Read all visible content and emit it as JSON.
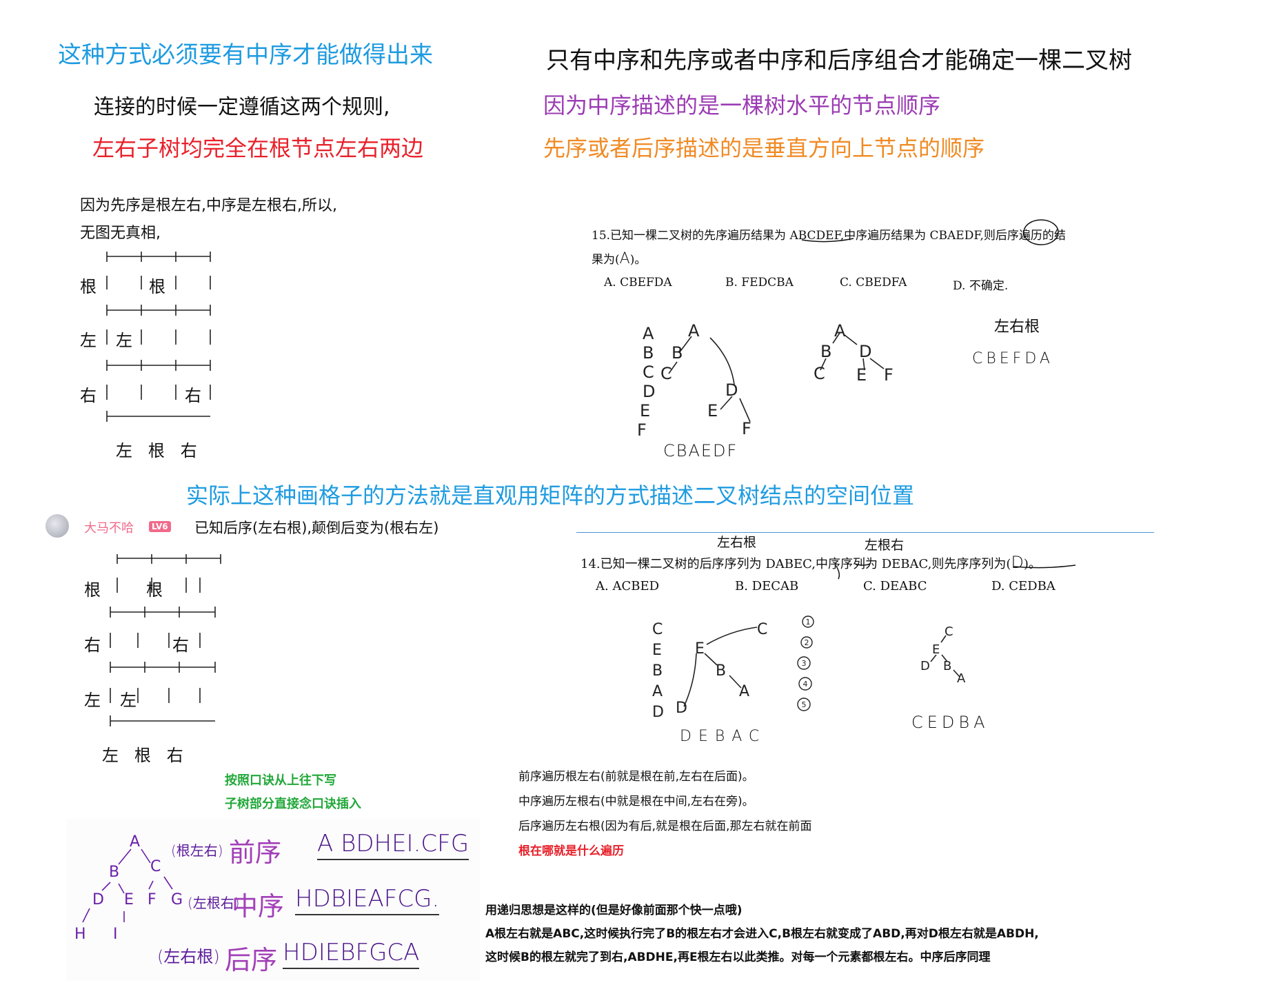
{
  "headings": {
    "blue_top": "这种方式必须要有中序才能做得出来",
    "black_top_right": "只有中序和先序或者中序和后序组合才能确定一棵二叉树",
    "connect_rule": "连接的时候一定遵循这两个规则,",
    "red_rule": "左右子树均完全在根节点左右两边",
    "purple_rule": "因为中序描述的是一棵树水平的节点顺序",
    "orange_rule": "先序或者后序描述的是垂直方向上节点的顺序"
  },
  "block1": {
    "line1": "因为先序是根左右,中序是左根右,所以,",
    "line2": "无图无真相,",
    "rows": [
      "根",
      "左",
      "右"
    ],
    "cells": {
      "r1": "根",
      "r2": "左",
      "r3": "右"
    },
    "footer": "左   根   右"
  },
  "q15": {
    "stem_1": "15.已知一棵二叉树的先序遍历结果为 ABCDEF,中序遍历结果为 CBAEDF,则后序遍历的结",
    "stem_2": "果为(",
    "answer": "A",
    "stem_end": ")。",
    "options": [
      "A. CBEFDA",
      "B. FEDCBA",
      "C. CBEDFA",
      "D.  不确定."
    ],
    "note_lrroot": "左右根",
    "result_seq": "CBEFDA",
    "tree1_seq": "CBAEDF"
  },
  "blue_matrix_note": "实际上这种画格子的方法就是直观用矩阵的方式描述二叉树结点的空间位置",
  "comment": {
    "user": "大马不哈",
    "badge": "LV6",
    "text": "已知后序(左右根),颠倒后变为(根右左)"
  },
  "block2": {
    "rows": [
      "根",
      "右",
      "左"
    ],
    "cells": {
      "r1": "根",
      "r2": "右",
      "r3": "左"
    },
    "footer": "左   根   右"
  },
  "q14": {
    "annot1": "左右根",
    "annot2": "左根右",
    "stem": "14.已知一棵二叉树的后序序列为 DABEC,中序序列为 DEBAC,则先序序列为(",
    "answer": "D",
    "stem_end": ")。",
    "options": [
      "A. ACBED",
      "B. DECAB",
      "C. DEABC",
      "D. CEDBA"
    ],
    "tree_seq": "DEBAC",
    "result_seq": "CEDBA",
    "circled": [
      "1",
      "2",
      "3",
      "4",
      "5"
    ]
  },
  "green_notes": [
    "按照口诀从上往下写",
    "子树部分直接念口诀插入"
  ],
  "traversal_notes": [
    "前序遍历根左右(前就是根在前,左右在后面)。",
    "中序遍历左根右(中就是根在中间,左右在旁)。",
    "后序遍历左右根(因为有后,就是根在后面,那左右就在前面"
  ],
  "traversal_red": "根在哪就是什么遍历",
  "handwritten": {
    "pre_label": "(根左右)",
    "pre_word": "前序",
    "pre_seq": "A BDHEI.CFG",
    "in_label": "(左根右)",
    "in_word": "中序",
    "in_seq": "HDBIEAFCG.",
    "post_label": "(左右根)",
    "post_word": "后序",
    "post_seq": "HDIEBFGCA"
  },
  "recursion": {
    "title": "用递归思想是这样的(但是好像前面那个快一点哦)",
    "line1": "A根左右就是ABC,这时候执行完了B的根左右才会进入C,B根左右就变成了ABD,再对D根左右就是ABDH,",
    "line2": "这时候B的根左就完了到右,ABDHE,再E根左右以此类推。对每一个元素都根左右。中序后序同理"
  },
  "colors": {
    "blue": "#1e9be0",
    "red": "#e8202a",
    "purple": "#9b3bb3",
    "orange": "#f08a24",
    "green": "#22a83a",
    "ink": "#5b1b9a"
  }
}
